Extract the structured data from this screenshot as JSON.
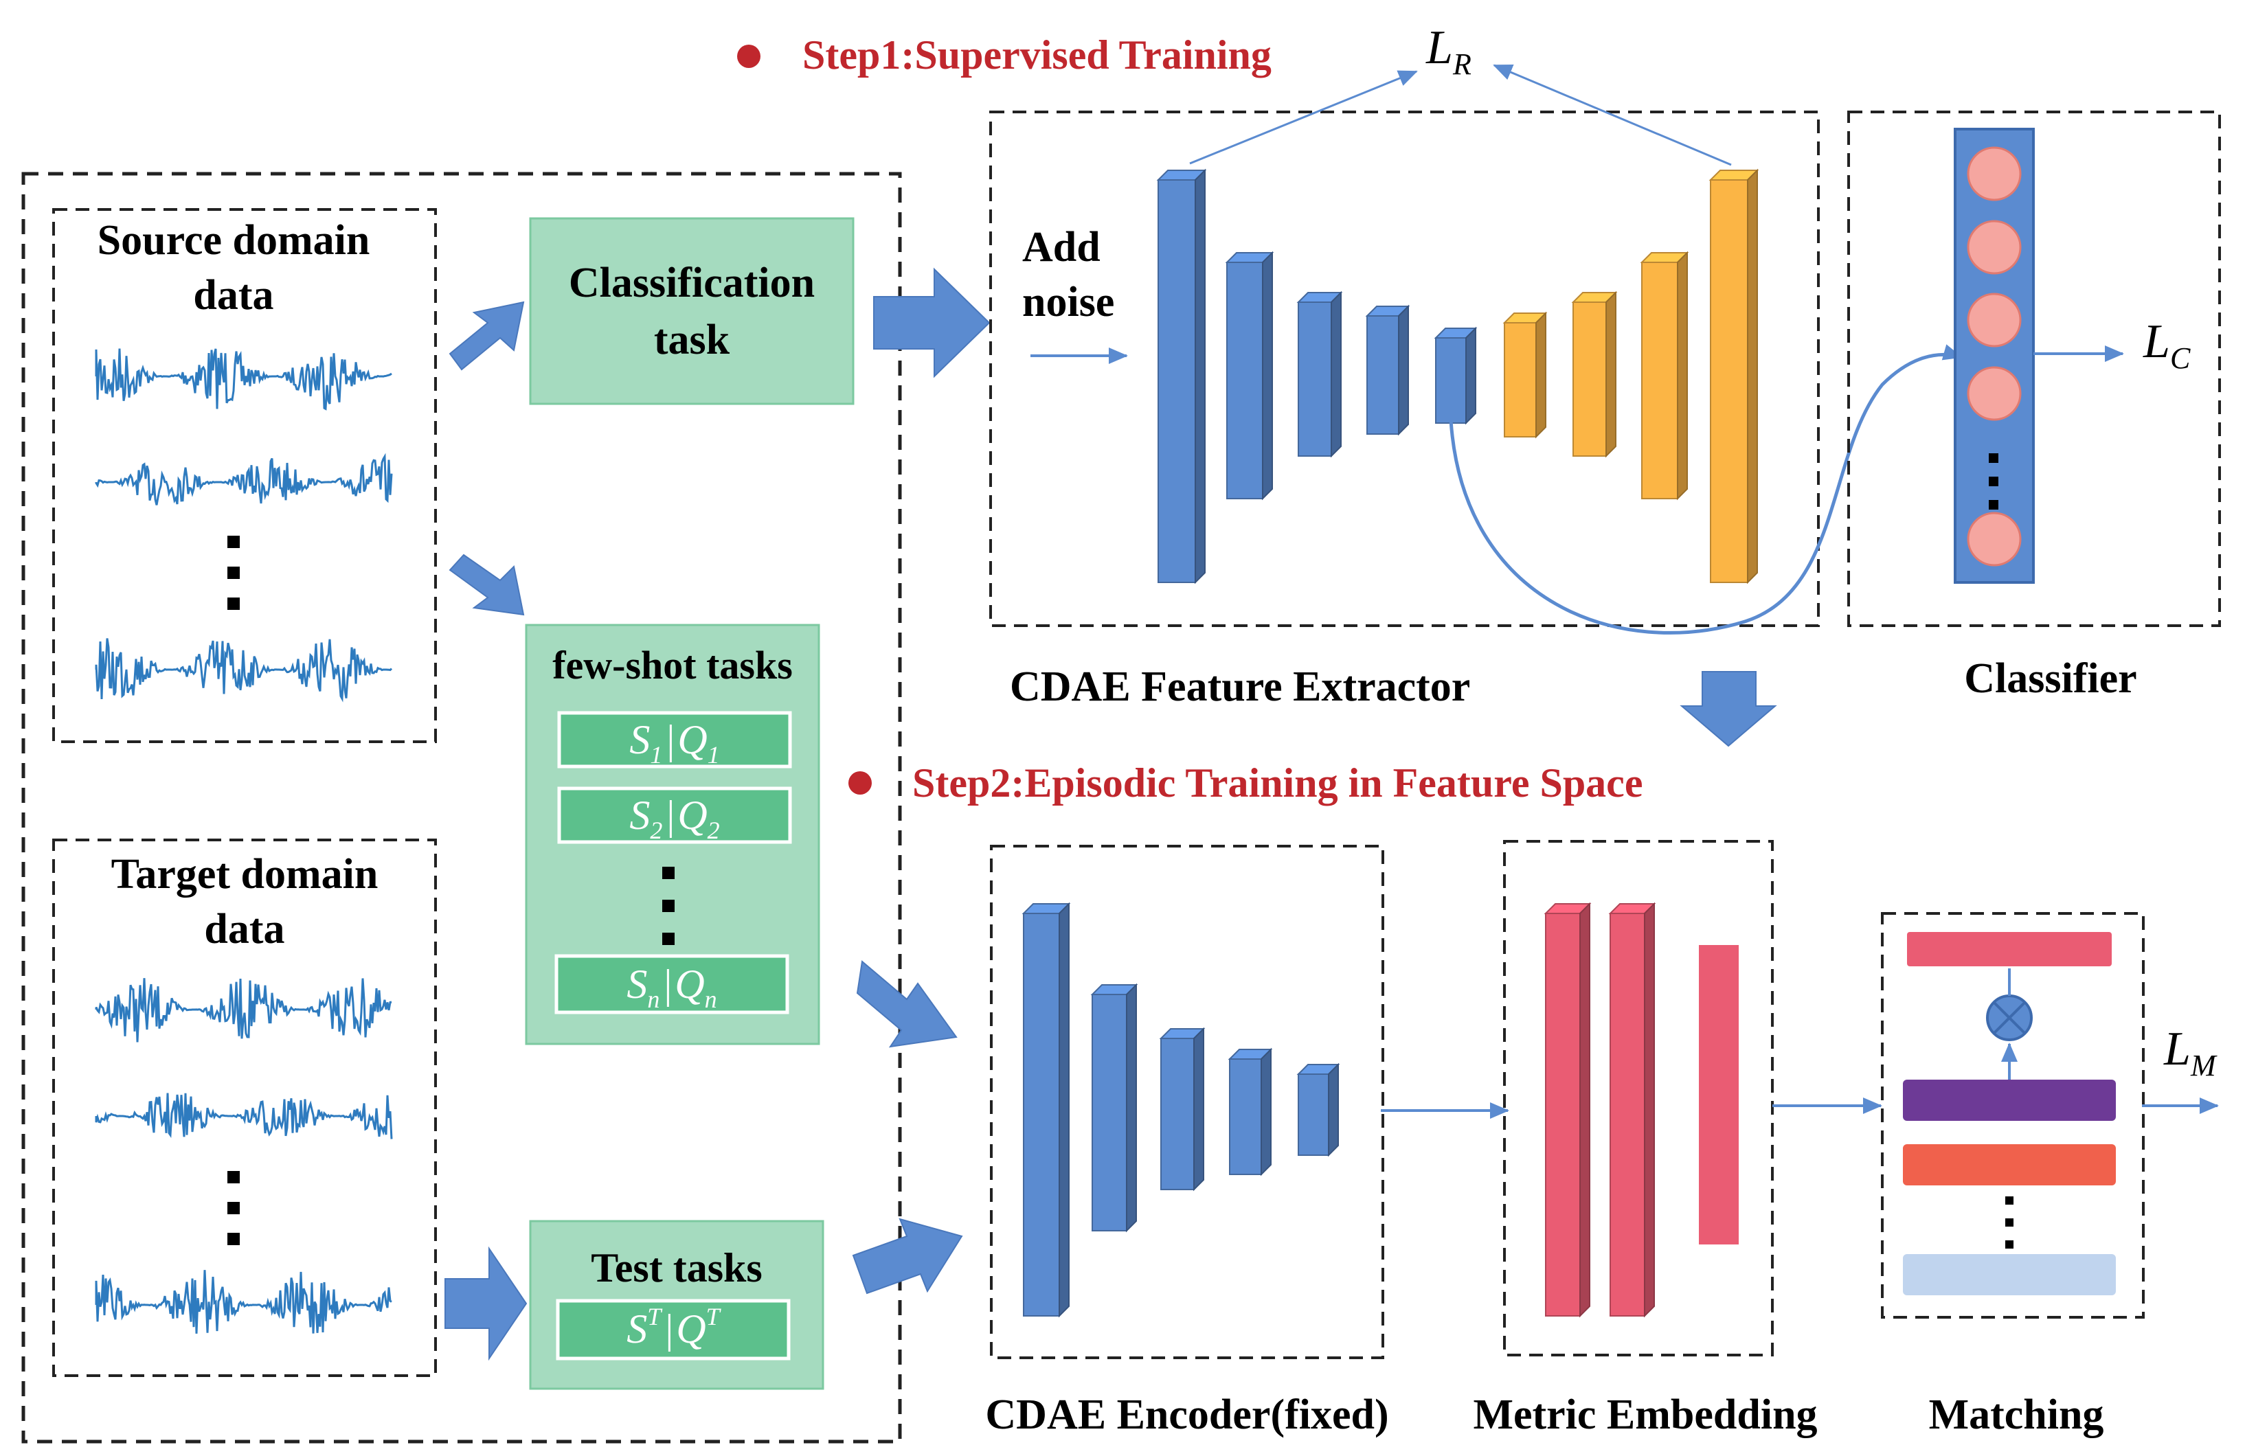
{
  "steps": {
    "step1": "Step1:Supervised Training",
    "step2": "Step2:Episodic Training in Feature Space"
  },
  "source": {
    "title_line1": "Source domain",
    "title_line2": "data"
  },
  "target": {
    "title_line1": "Target domain",
    "title_line2": "data"
  },
  "tasks": {
    "classification_line1": "Classification",
    "classification_line2": "task",
    "fewshot_title": "few-shot tasks",
    "test_title": "Test tasks"
  },
  "extractor": {
    "add_noise_line1": "Add",
    "add_noise_line2": "noise",
    "label": "CDAE Feature Extractor"
  },
  "classifier": {
    "label": "Classifier"
  },
  "bottom_labels": {
    "encoder": "CDAE Encoder(fixed)",
    "metric": "Metric Embedding",
    "matching": "Matching"
  },
  "losses": {
    "lr": "L",
    "lr_sub": "R",
    "lc": "L",
    "lc_sub": "C",
    "lm": "L",
    "lm_sub": "M"
  },
  "sets": {
    "s1": "S",
    "s1_sub": "1",
    "q1": "Q",
    "q1_sub": "1",
    "s2": "S",
    "s2_sub": "2",
    "q2": "Q",
    "q2_sub": "2",
    "sn": "S",
    "sn_sub": "n",
    "qn": "Q",
    "qn_sub": "n",
    "st": "S",
    "st_sup": "T",
    "qt": "Q",
    "qt_sup": "T"
  },
  "colors": {
    "step_red": "#c0272d",
    "encoder_blue": "#5b8bd0",
    "decoder_orange": "#fbb545",
    "metric_red": "#ea5c73",
    "arrow_blue": "#5b8bd0",
    "task_green": "#a5dbbf",
    "set_green": "#5cc08c",
    "signal_blue": "#2e7bbf",
    "neuron_pink": "#f5a6a0",
    "purple": "#6d3a96",
    "orange_red": "#f0614c",
    "light_blue": "#c0d4ee"
  }
}
